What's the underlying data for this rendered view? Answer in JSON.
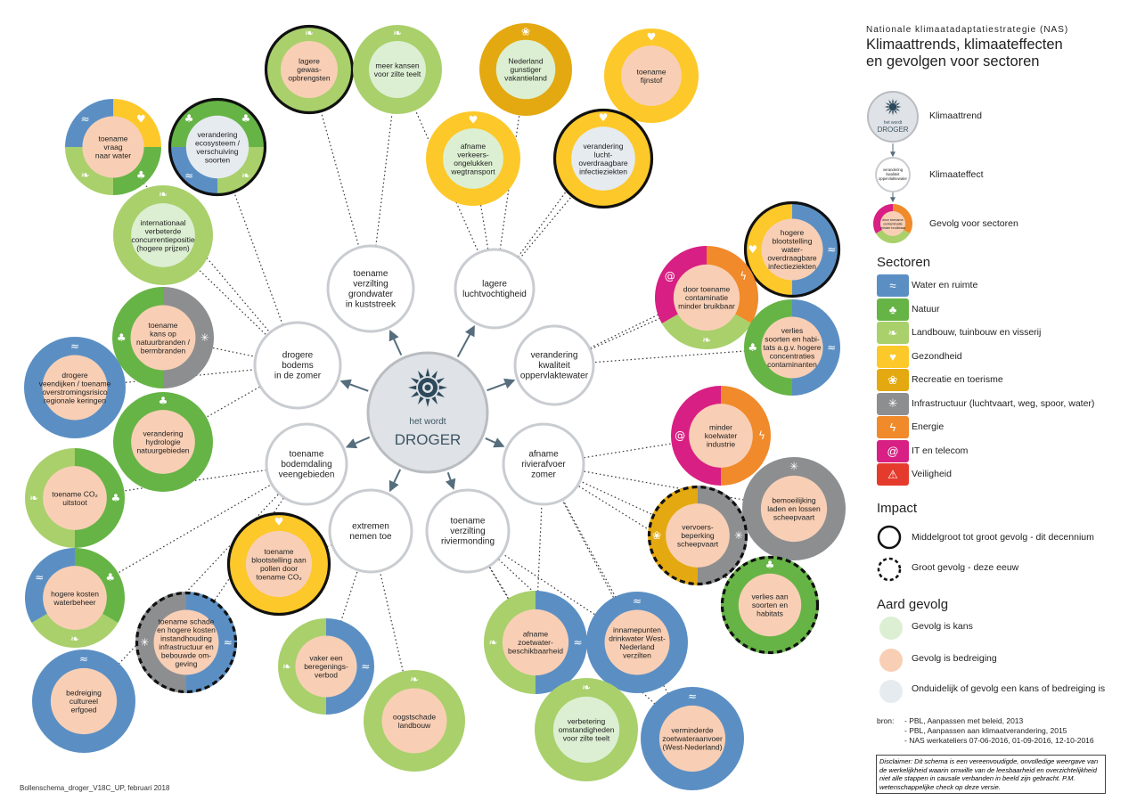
{
  "colors": {
    "water": "#5b8fc4",
    "natuur": "#66b446",
    "landbouw": "#a9d06b",
    "gezondheid": "#fdc829",
    "recreatie": "#e4a910",
    "infra": "#8d8e90",
    "energie": "#f08a2a",
    "it": "#d81f84",
    "veiligheid": "#e53b2d",
    "kans": "#dcefd2",
    "bedreiging": "#f8cfb5",
    "onduidelijk": "#e6ebf0",
    "trend": "#dfe2e6",
    "icon_trend": "#2d4a5c"
  },
  "center": {
    "label_small": "het wordt",
    "label_big": "DROGER",
    "icon": "sun-icon"
  },
  "effects": [
    {
      "id": "e1",
      "lines": [
        "toename",
        "verzilting",
        "grondwater",
        "in kuststreek"
      ]
    },
    {
      "id": "e2",
      "lines": [
        "lagere",
        "luchtvochtigheid"
      ]
    },
    {
      "id": "e3",
      "lines": [
        "drogere",
        "bodems",
        "in de zomer"
      ]
    },
    {
      "id": "e4",
      "lines": [
        "verandering",
        "kwaliteit",
        "oppervlaktewater"
      ]
    },
    {
      "id": "e5",
      "lines": [
        "toename",
        "bodemdaling",
        "veengebieden"
      ]
    },
    {
      "id": "e6",
      "lines": [
        "afname",
        "rivierafvoer",
        "zomer"
      ]
    },
    {
      "id": "e7",
      "lines": [
        "extremen",
        "nemen toe"
      ]
    },
    {
      "id": "e8",
      "lines": [
        "toename",
        "verzilting",
        "riviermonding"
      ]
    }
  ],
  "consequences": [
    {
      "lines": [
        "lagere",
        "gewas-",
        "opbrengsten"
      ],
      "fill": "bedreiging",
      "sectors": [
        "landbouw"
      ],
      "icons": [
        "plant-icon"
      ],
      "border": "solid"
    },
    {
      "lines": [
        "meer kansen",
        "voor zilte teelt"
      ],
      "fill": "kans",
      "sectors": [
        "landbouw"
      ],
      "icons": [
        "plant-icon"
      ],
      "border": "none"
    },
    {
      "lines": [
        "Nederland",
        "gunstiger",
        "vakantieland"
      ],
      "fill": "kans",
      "sectors": [
        "recreatie"
      ],
      "icons": [
        "recreation-icon"
      ],
      "border": "none"
    },
    {
      "lines": [
        "toename",
        "fijnstof"
      ],
      "fill": "bedreiging",
      "sectors": [
        "gezondheid"
      ],
      "icons": [
        "heart-icon"
      ],
      "border": "none"
    },
    {
      "lines": [
        "toename",
        "vraag",
        "naar water"
      ],
      "fill": "bedreiging",
      "sectors": [
        "gezondheid",
        "natuur",
        "landbouw",
        "water"
      ],
      "icons": [
        "heart-icon",
        "tree-icon",
        "plant-icon",
        "water-icon"
      ],
      "border": "none"
    },
    {
      "lines": [
        "verandering",
        "ecosysteem /",
        "verschuiving",
        "soorten"
      ],
      "fill": "onduidelijk",
      "sectors": [
        "natuur",
        "landbouw",
        "water",
        "natuur"
      ],
      "icons": [
        "tree-icon",
        "plant-icon",
        "water-icon",
        "tree-icon"
      ],
      "border": "solid"
    },
    {
      "lines": [
        "afname",
        "verkeers-",
        "ongelukken",
        "wegtransport"
      ],
      "fill": "kans",
      "sectors": [
        "gezondheid"
      ],
      "icons": [
        "heart-icon"
      ],
      "border": "none"
    },
    {
      "lines": [
        "verandering",
        "lucht-",
        "overdraagbare",
        "infectieziekten"
      ],
      "fill": "onduidelijk",
      "sectors": [
        "gezondheid"
      ],
      "icons": [
        "heart-icon"
      ],
      "border": "solid"
    },
    {
      "lines": [
        "internationaal",
        "verbeterde",
        "concurrentiepositie",
        "(hogere prijzen)"
      ],
      "fill": "kans",
      "sectors": [
        "landbouw"
      ],
      "icons": [
        "plant-icon"
      ],
      "border": "none"
    },
    {
      "lines": [
        "hogere",
        "blootstelling",
        "water-",
        "overdraagbare",
        "infectieziekten"
      ],
      "fill": "bedreiging",
      "sectors": [
        "water",
        "gezondheid"
      ],
      "icons": [
        "water-icon",
        "heart-icon"
      ],
      "border": "solid"
    },
    {
      "lines": [
        "door toename",
        "contaminatie",
        "minder bruikbaar"
      ],
      "fill": "bedreiging",
      "sectors": [
        "energie",
        "landbouw",
        "it"
      ],
      "icons": [
        "lightning-icon",
        "plant-icon",
        "at-icon"
      ],
      "border": "none"
    },
    {
      "lines": [
        "toename",
        "kans op",
        "natuurbranden /",
        "bermbranden"
      ],
      "fill": "bedreiging",
      "sectors": [
        "infra",
        "natuur"
      ],
      "icons": [
        "infra-icon",
        "tree-icon"
      ],
      "border": "none"
    },
    {
      "lines": [
        "verlies",
        "soorten en habi-",
        "tats a.g.v. hogere",
        "concentraties",
        "contaminanten"
      ],
      "fill": "bedreiging",
      "sectors": [
        "water",
        "natuur"
      ],
      "icons": [
        "water-icon",
        "tree-icon"
      ],
      "border": "none"
    },
    {
      "lines": [
        "drogere",
        "veendijken / toename",
        "overstromingsrisico",
        "regionale keringen"
      ],
      "fill": "bedreiging",
      "sectors": [
        "water"
      ],
      "icons": [
        "water-icon"
      ],
      "border": "none"
    },
    {
      "lines": [
        "verandering",
        "hydrologie",
        "natuurgebieden"
      ],
      "fill": "bedreiging",
      "sectors": [
        "natuur"
      ],
      "icons": [
        "tree-icon"
      ],
      "border": "none"
    },
    {
      "lines": [
        "minder",
        "koelwater",
        "industrie"
      ],
      "fill": "bedreiging",
      "sectors": [
        "energie",
        "it"
      ],
      "icons": [
        "lightning-icon",
        "at-icon"
      ],
      "border": "none"
    },
    {
      "lines": [
        "toename CO₂",
        "uitstoot"
      ],
      "fill": "bedreiging",
      "sectors": [
        "natuur",
        "landbouw"
      ],
      "icons": [
        "tree-icon",
        "plant-icon"
      ],
      "border": "none"
    },
    {
      "lines": [
        "bemoeilijking",
        "laden en lossen",
        "scheepvaart"
      ],
      "fill": "bedreiging",
      "sectors": [
        "infra"
      ],
      "icons": [
        "infra-icon"
      ],
      "border": "none"
    },
    {
      "lines": [
        "vervoers-",
        "beperking",
        "scheepvaart"
      ],
      "fill": "bedreiging",
      "sectors": [
        "infra",
        "recreatie"
      ],
      "icons": [
        "infra-icon",
        "recreation-icon"
      ],
      "border": "dashed"
    },
    {
      "lines": [
        "toename",
        "blootstelling aan",
        "pollen door",
        "toename CO₂"
      ],
      "fill": "bedreiging",
      "sectors": [
        "gezondheid"
      ],
      "icons": [
        "heart-icon"
      ],
      "border": "solid"
    },
    {
      "lines": [
        "hogere kosten",
        "waterbeheer"
      ],
      "fill": "bedreiging",
      "sectors": [
        "natuur",
        "landbouw",
        "water"
      ],
      "icons": [
        "tree-icon",
        "plant-icon",
        "water-icon"
      ],
      "border": "none"
    },
    {
      "lines": [
        "verlies aan",
        "soorten en",
        "habitats"
      ],
      "fill": "bedreiging",
      "sectors": [
        "natuur"
      ],
      "icons": [
        "tree-icon"
      ],
      "border": "dashed"
    },
    {
      "lines": [
        "toename schade",
        "en hogere kosten",
        "instandhouding",
        "infrastructuur en",
        "bebouwde om-",
        "geving"
      ],
      "fill": "bedreiging",
      "sectors": [
        "water",
        "infra"
      ],
      "icons": [
        "water-icon",
        "infra-icon"
      ],
      "border": "dashed"
    },
    {
      "lines": [
        "afname",
        "zoetwater-",
        "beschikbaarheid"
      ],
      "fill": "bedreiging",
      "sectors": [
        "water",
        "landbouw"
      ],
      "icons": [
        "water-icon",
        "plant-icon"
      ],
      "border": "none"
    },
    {
      "lines": [
        "innamepunten",
        "drinkwater West-",
        "Nederland",
        "verzilten"
      ],
      "fill": "bedreiging",
      "sectors": [
        "water"
      ],
      "icons": [
        "water-icon"
      ],
      "border": "none"
    },
    {
      "lines": [
        "vaker een",
        "beregenings-",
        "verbod"
      ],
      "fill": "bedreiging",
      "sectors": [
        "water",
        "landbouw"
      ],
      "icons": [
        "water-icon",
        "plant-icon"
      ],
      "border": "none"
    },
    {
      "lines": [
        "bedreiging",
        "cultureel",
        "erfgoed"
      ],
      "fill": "bedreiging",
      "sectors": [
        "water"
      ],
      "icons": [
        "water-icon"
      ],
      "border": "none"
    },
    {
      "lines": [
        "oogstschade",
        "landbouw"
      ],
      "fill": "bedreiging",
      "sectors": [
        "landbouw"
      ],
      "icons": [
        "plant-icon"
      ],
      "border": "none"
    },
    {
      "lines": [
        "verbetering",
        "omstandigheden",
        "voor zilte teelt"
      ],
      "fill": "kans",
      "sectors": [
        "landbouw"
      ],
      "icons": [
        "plant-icon"
      ],
      "border": "none"
    },
    {
      "lines": [
        "verminderde",
        "zoetwateraanvoer",
        "(West-Nederland)"
      ],
      "fill": "bedreiging",
      "sectors": [
        "water"
      ],
      "icons": [
        "water-icon"
      ],
      "border": "none"
    }
  ],
  "legend": {
    "subtitle": "Nationale klimaatadaptatiestrategie (NAS)",
    "title_line1": "Klimaattrends, klimaateffecten",
    "title_line2": "en gevolgen voor sectoren",
    "key_trend": "Klimaattrend",
    "key_effect": "Klimaateffect",
    "key_consequence": "Gevolg voor sectoren",
    "mini_trend_small": "het wordt",
    "mini_trend_big": "DROGER",
    "mini_effect_lines": [
      "verandering",
      "kwaliteit",
      "oppervlaktewater"
    ],
    "mini_cons_lines": [
      "door toename",
      "contaminatie",
      "minder bruikbaar"
    ],
    "sectors_heading": "Sectoren",
    "sectors": [
      {
        "key": "water",
        "label": "Water en ruimte",
        "icon": "water-icon",
        "glyph": "≈"
      },
      {
        "key": "natuur",
        "label": "Natuur",
        "icon": "tree-icon",
        "glyph": "♣"
      },
      {
        "key": "landbouw",
        "label": "Landbouw, tuinbouw en visserij",
        "icon": "plant-icon",
        "glyph": "❧"
      },
      {
        "key": "gezondheid",
        "label": "Gezondheid",
        "icon": "heart-icon",
        "glyph": "♥"
      },
      {
        "key": "recreatie",
        "label": "Recreatie en toerisme",
        "icon": "recreation-icon",
        "glyph": "❀"
      },
      {
        "key": "infra",
        "label": "Infrastructuur (luchtvaart, weg, spoor, water)",
        "icon": "infra-icon",
        "glyph": "✳"
      },
      {
        "key": "energie",
        "label": "Energie",
        "icon": "lightning-icon",
        "glyph": "ϟ"
      },
      {
        "key": "it",
        "label": "IT en telecom",
        "icon": "at-icon",
        "glyph": "@"
      },
      {
        "key": "veiligheid",
        "label": "Veiligheid",
        "icon": "warning-icon",
        "glyph": "⚠"
      }
    ],
    "impact_heading": "Impact",
    "impact_solid": "Middelgroot tot groot gevolg - dit decennium",
    "impact_dashed": "Groot gevolg - deze eeuw",
    "aard_heading": "Aard gevolg",
    "aard_kans": "Gevolg is kans",
    "aard_bedreiging": "Gevolg is bedreiging",
    "aard_onduidelijk": "Onduidelijk of gevolg een kans of bedreiging is",
    "bron_label": "bron:",
    "sources": [
      "- PBL, Aanpassen met beleid, 2013",
      "- PBL, Aanpassen aan klimaatverandering, 2015",
      "- NAS werkateliers 07-06-2016, 01-09-2016, 12-10-2016"
    ],
    "disclaimer": "Disclaimer: Dit schema is een vereenvoudigde, onvolledige weergave van de werkelijkheid waarin omwille van de leesbaarheid en overzichtelijkheid niet alle stappen in causale verbanden in beeld zijn gebracht. P.M. wetenschappelijke check op deze versie."
  },
  "footer": "Bollenschema_droger_V18C_UP, februari 2018"
}
